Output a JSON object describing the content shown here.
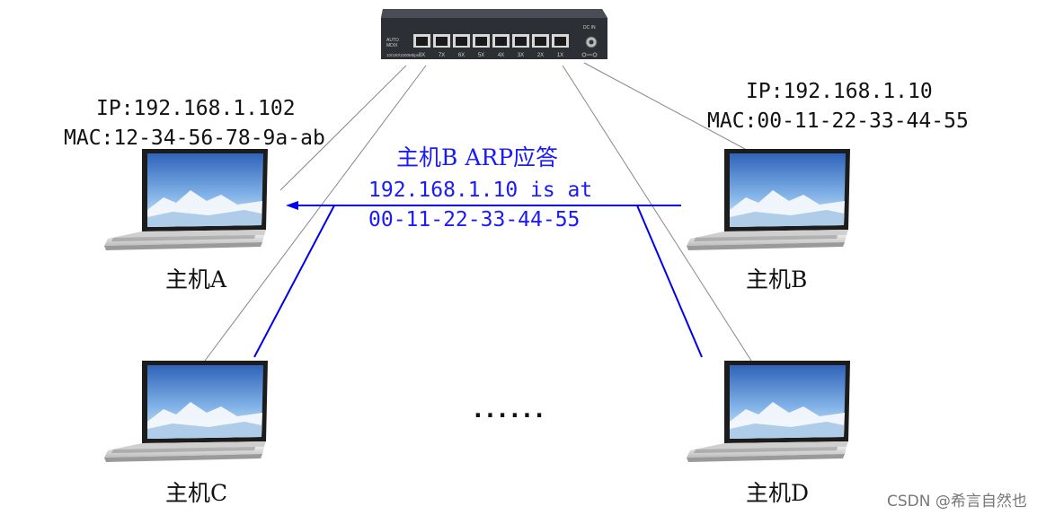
{
  "switch": {
    "port_labels": [
      "8X",
      "7X",
      "6X",
      "5X",
      "4X",
      "3X",
      "2X",
      "1X"
    ],
    "left_text_1": "AUTO",
    "left_text_2": "MDIX",
    "spec_text": "10/100/1000Mbps",
    "dc_label": "DC IN"
  },
  "hosts": {
    "a": {
      "name": "主机A",
      "ip": "IP:192.168.1.102",
      "mac": "MAC:12-34-56-78-9a-ab"
    },
    "b": {
      "name": "主机B",
      "ip": "IP:192.168.1.10",
      "mac": "MAC:00-11-22-33-44-55"
    },
    "c": {
      "name": "主机C"
    },
    "d": {
      "name": "主机D"
    }
  },
  "arp_reply": {
    "title": "主机B ARP应答",
    "line1": "192.168.1.10 is at",
    "line2": "00-11-22-33-44-55"
  },
  "ellipsis": "......",
  "watermark": "CSDN @希言自然也",
  "colors": {
    "link": "#888888",
    "arp": "#0000ee",
    "switch_body": "#2c2f33",
    "text": "#111111"
  }
}
